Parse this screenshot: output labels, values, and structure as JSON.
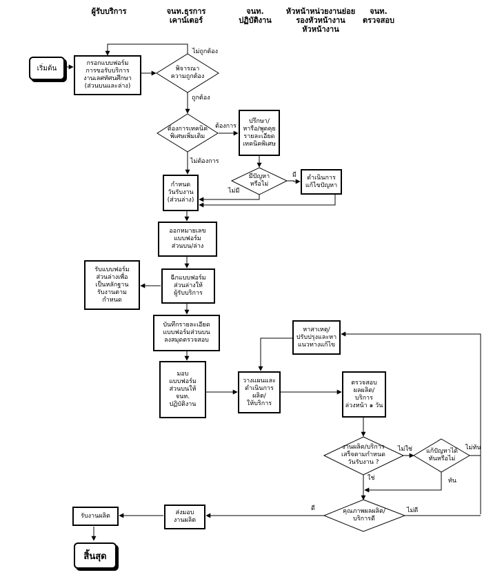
{
  "lanes": {
    "service_user": "ผู้รับบริการ",
    "counter_staff": "จนท.ธุรการ\nเคาน์เตอร์",
    "operator": "จนท.\nปฏิบัติงาน",
    "unit_head": "หัวหน้าหน่วยงานย่อย\nรองหัวหน้างาน\nหัวหน้างาน",
    "inspector": "จนท.\nตรวจสอบ"
  },
  "nodes": {
    "start": "เริ่มต้น",
    "fill_form": "กรอกแบบฟอร์ม\nการขอรับบริการ\nงานเลศทัศนศึกษา\n(ส่วนบนและล่าง)",
    "check_correct": "พิจารณา\nความถูกต้อง",
    "need_tech": "ต้องการเทคนิค\nพิเศษเพิ่มเติม",
    "consult": "ปรึกษา/\nหารือ/พูดคุย\nรายละเอียด\nเทคนิคพิเศษ",
    "has_problem": "มีปัญหา\nหรือไม่",
    "solve": "ดำเนินการ\nแก้ไขปัญหา",
    "set_date": "กำหนด\nวันรับงาน\n(ส่วนล่าง)",
    "issue_number": "ออกหมายเลข\nแบบฟอร์ม\nส่วนบน/ล่าง",
    "tear_form": "ฉีกแบบฟอร์ม\nส่วนล่างให้\nผู้รับบริการ",
    "receive_form": "รับแบบฟอร์ม\nส่วนล่างเพื่อ\nเป็นหลักฐาน\nรับงานตาม\nกำหนด",
    "record": "บันทึกรายละเอียด\nแบบฟอร์มส่วนบน\nลงสมุดตรวจสอบ",
    "hand_over": "มอบ\nแบบฟอร์ม\nส่วนบนให้\nจนท.\nปฏิบัติงาน",
    "plan": "วางแผนและ\nดำเนินการ\nผลิต/\nให้บริการ",
    "find_cause": "หาสาเหตุ/\nปรับปรุงและหา\nแนวทางแก้ไข",
    "inspect": "ตรวจสอบ\nผลผลิต/\nบริการ\nล่วงหน้า ๑ วัน",
    "on_time": "งานผลิต/บริการ\nเสร็จตามกำหนด\nวันรับงาน ?",
    "fix_in_time": "แก้ปัญหาได้\nทันหรือไม่",
    "quality": "คุณภาพผลผลิต/\nบริการดี",
    "deliver": "ส่งมอบ\nงานผลิต",
    "receive_output": "รับงานผลิต",
    "end": "สิ้นสุด"
  },
  "edge_labels": {
    "incorrect": "ไม่ถูกต้อง",
    "correct": "ถูกต้อง",
    "need": "ต้องการ",
    "no_need": "ไม่ต้องการ",
    "yes_has": "มี",
    "no_has": "ไม่มี",
    "no_done": "ไม่ใช่",
    "done": "ใช่",
    "not_in_time": "ไม่ทัน",
    "in_time": "ทัน",
    "good": "ดี",
    "not_good": "ไม่ดี"
  }
}
